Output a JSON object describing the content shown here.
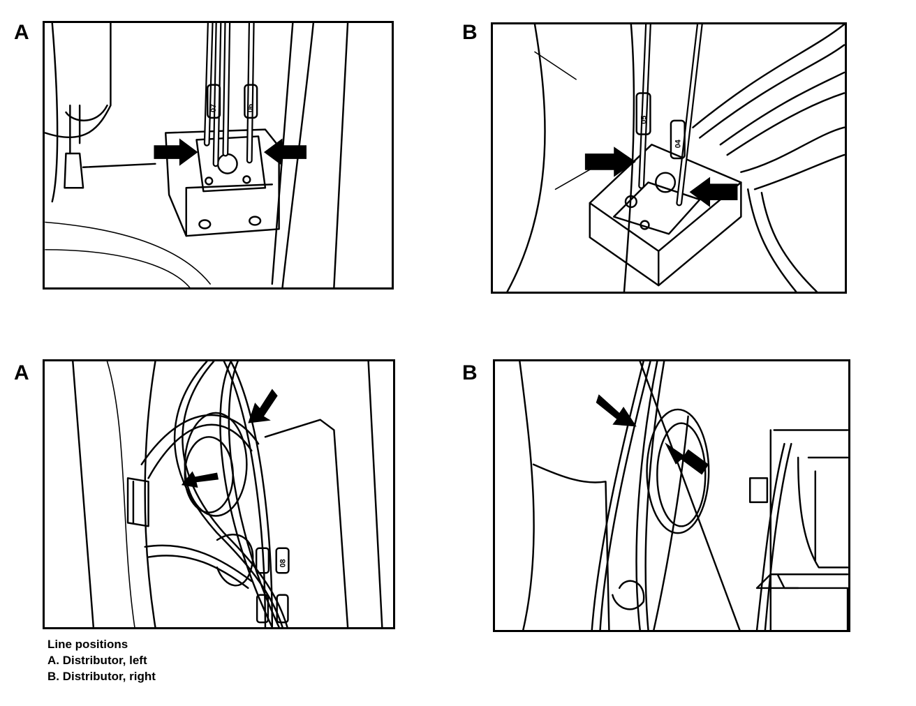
{
  "panels": [
    {
      "label": "A",
      "tags": [
        "07",
        "06"
      ]
    },
    {
      "label": "B",
      "tags": [
        "05",
        "04"
      ]
    },
    {
      "label": "A",
      "tags": [
        "",
        "08"
      ]
    },
    {
      "label": "B",
      "tags": []
    }
  ],
  "caption": {
    "title": "Line positions",
    "items": [
      "A. Distributor, left",
      "B. Distributor, right"
    ]
  }
}
